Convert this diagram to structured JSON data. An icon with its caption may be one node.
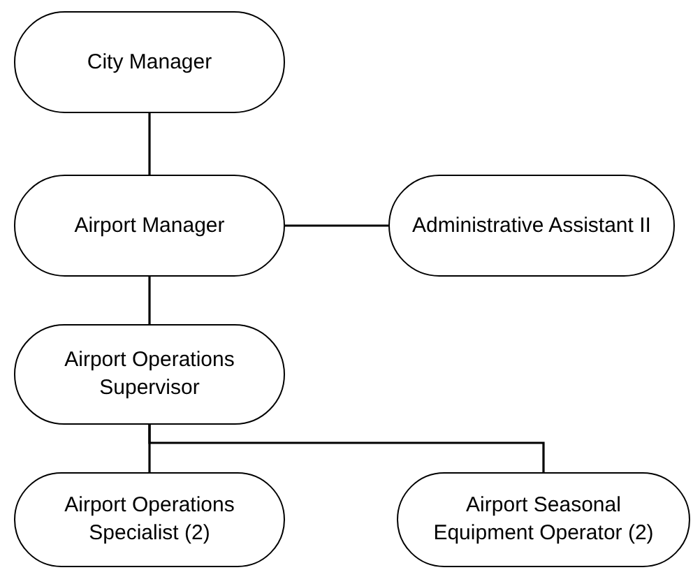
{
  "diagram": {
    "nodes": [
      {
        "text": [
          "City Manager"
        ]
      },
      {
        "text": [
          "Airport Manager"
        ]
      },
      {
        "text": [
          "Administrative Assistant II"
        ]
      },
      {
        "text": [
          "Airport Operations Supervisor"
        ]
      },
      {
        "text": [
          "Airport Operations Specialist (2)"
        ]
      },
      {
        "text": [
          "Airport Seasonal Equipment Operator (2)"
        ]
      }
    ],
    "edges": [
      {
        "from": 0,
        "to": 1,
        "arrow": "none"
      },
      {
        "from": 1,
        "to": 2,
        "arrow": "none"
      },
      {
        "from": 1,
        "to": 3,
        "arrow": "none"
      },
      {
        "from": 3,
        "to": 4,
        "arrow": "none"
      },
      {
        "from": 3,
        "to": 5,
        "arrow": "none"
      }
    ]
  }
}
